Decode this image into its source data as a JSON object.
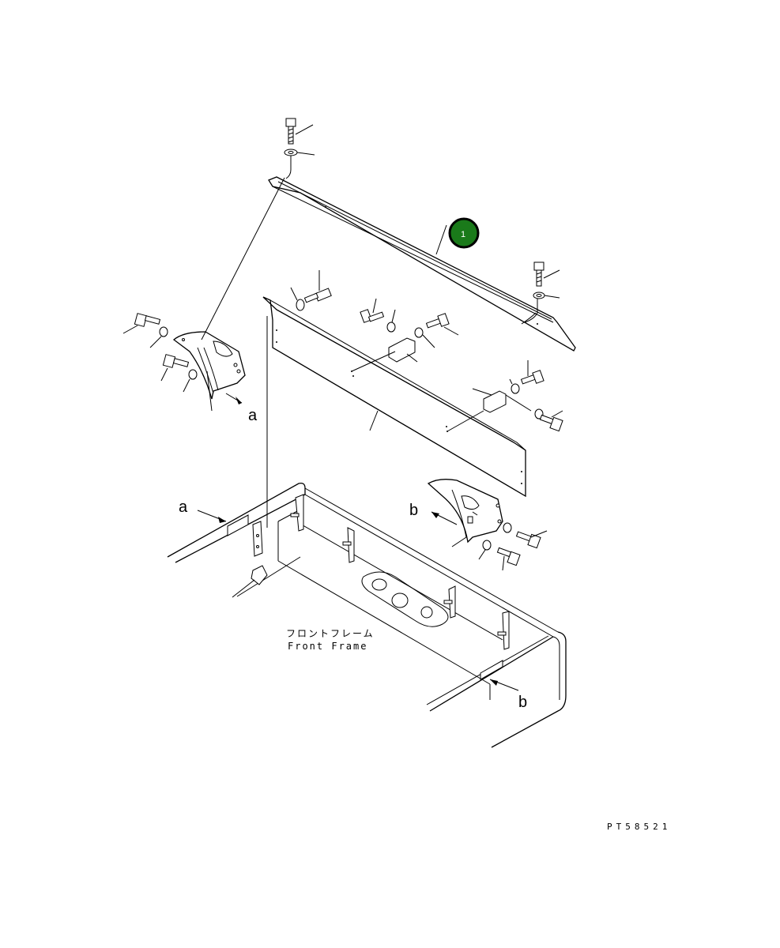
{
  "labels": {
    "ref_a_left": "a",
    "ref_a_frame": "a",
    "ref_b_bracket": "b",
    "ref_b_frame": "b"
  },
  "caption": {
    "japanese": "フロントフレーム",
    "english": "Front Frame"
  },
  "figure_code": "PT58521",
  "callout": {
    "number": "1",
    "color": "#1a7a1a",
    "ring_color": "#000000"
  },
  "icons": {
    "bolt": "hex-bolt-icon",
    "washer": "washer-icon",
    "arrow": "direction-arrow-icon"
  }
}
